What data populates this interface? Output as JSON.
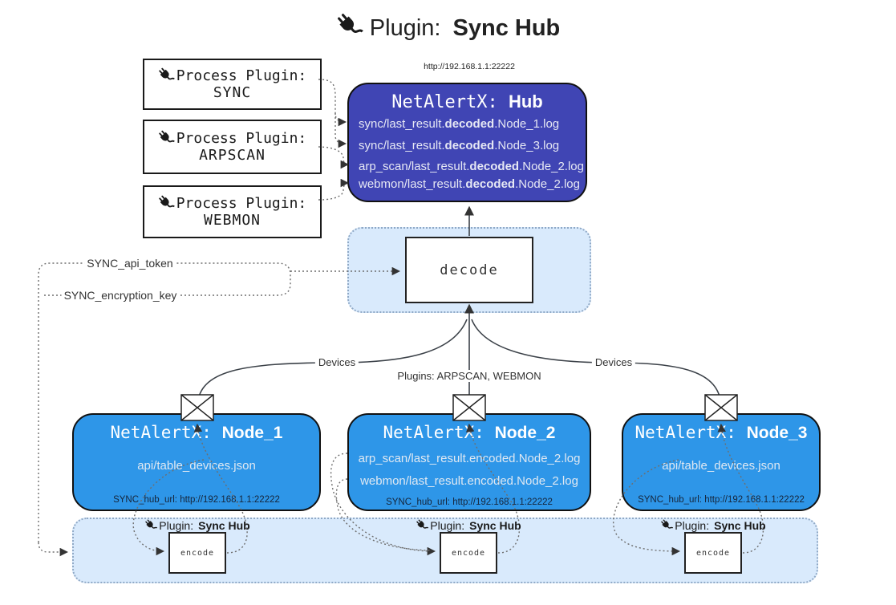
{
  "title": {
    "prefix": "Plugin:",
    "name": "Sync Hub"
  },
  "colors": {
    "hub-fill": "#4045b4",
    "node-fill": "#2e96e8",
    "panel-fill": "#d9eafc",
    "panel-border": "#90a9c6",
    "hub-text": "#e6e8f4",
    "node-text": "#dfe8f2"
  },
  "hub": {
    "url": "http://192.168.1.1:22222",
    "title_prefix": "NetAlertX:",
    "title_name": "Hub",
    "logs": [
      {
        "pre": "sync/last_result.",
        "bold": "decoded",
        "post": ".Node_1.log"
      },
      {
        "pre": "sync/last_result.",
        "bold": "decoded",
        "post": ".Node_3.log"
      },
      {
        "pre": "arp_scan/last_result.",
        "bold": "decoded",
        "post": ".Node_2.log"
      },
      {
        "pre": "webmon/last_result.",
        "bold": "decoded",
        "post": ".Node_2.log"
      }
    ]
  },
  "process_plugins": [
    {
      "label": "Process Plugin:",
      "name": "SYNC"
    },
    {
      "label": "Process Plugin:",
      "name": "ARPSCAN"
    },
    {
      "label": "Process Plugin:",
      "name": "WEBMON"
    }
  ],
  "decode": {
    "label": "decode"
  },
  "tokens": {
    "api_token": "SYNC_api_token",
    "encryption_key": "SYNC_encryption_key"
  },
  "edge_labels": {
    "devices_left": "Devices",
    "plugins_middle": "Plugins: ARPSCAN, WEBMON",
    "devices_right": "Devices"
  },
  "nodes": [
    {
      "title_prefix": "NetAlertX:",
      "title_name": "Node_1",
      "files": [
        "api/table_devices.json"
      ],
      "hub_url": "SYNC_hub_url: http://192.168.1.1:22222"
    },
    {
      "title_prefix": "NetAlertX:",
      "title_name": "Node_2",
      "files": [
        "arp_scan/last_result.encoded.Node_2.log",
        "webmon/last_result.encoded.Node_2.log"
      ],
      "hub_url": "SYNC_hub_url: http://192.168.1.1:22222"
    },
    {
      "title_prefix": "NetAlertX:",
      "title_name": "Node_3",
      "files": [
        "api/table_devices.json"
      ],
      "hub_url": "SYNC_hub_url: http://192.168.1.1:22222"
    }
  ],
  "encode_strip": {
    "plugin_prefix": "Plugin:",
    "plugin_name": "Sync Hub",
    "encode_label": "encode"
  }
}
